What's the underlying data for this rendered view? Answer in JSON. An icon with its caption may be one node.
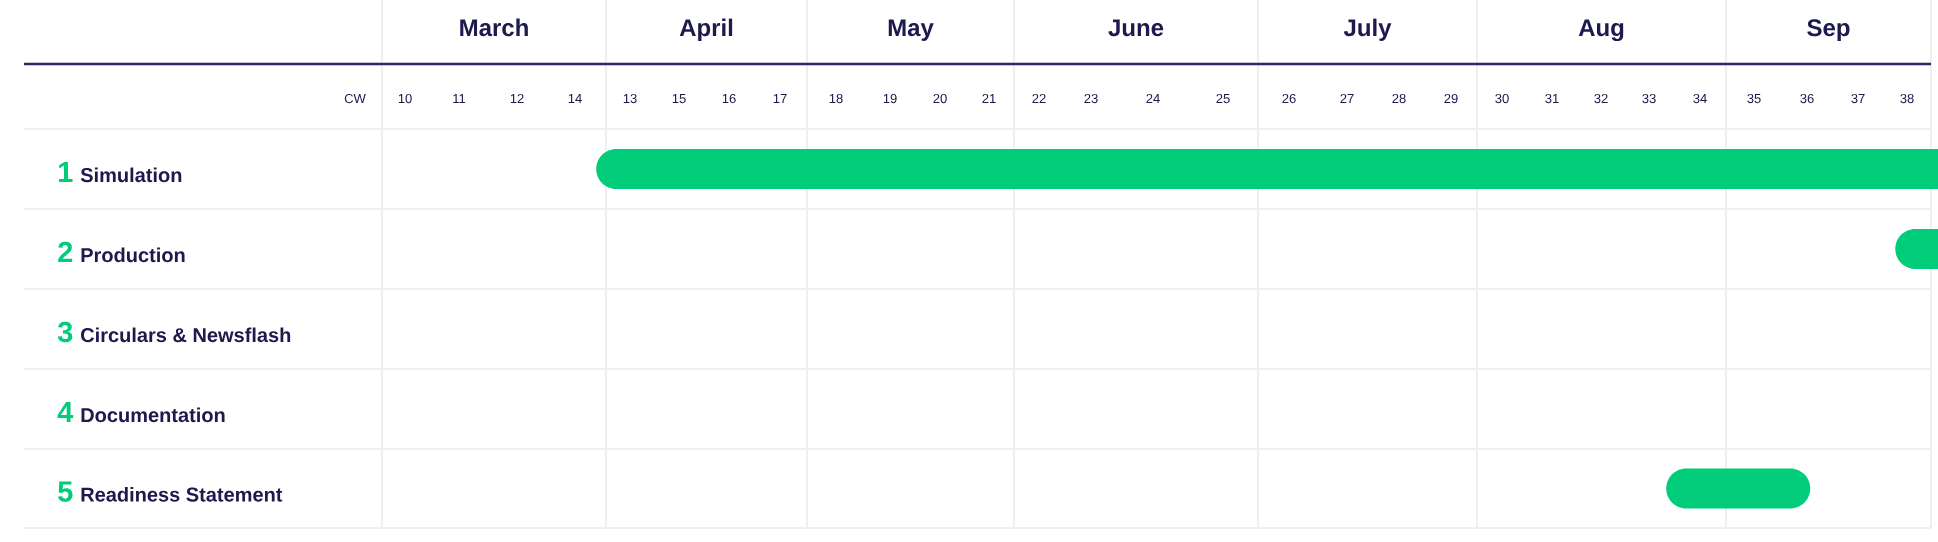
{
  "diagram": {
    "nodes": [
      {
        "text": [],
        "shape": "bar"
      },
      {
        "text": [],
        "shape": "bar"
      },
      {
        "text": [],
        "shape": "bar"
      }
    ],
    "labels": [
      "March",
      "April",
      "May",
      "June",
      "July",
      "Aug",
      "Sep",
      "CW",
      "10",
      "11",
      "12",
      "14",
      "13",
      "15",
      "16",
      "17",
      "18",
      "19",
      "20",
      "21",
      "22",
      "23",
      "24",
      "25",
      "26",
      "27",
      "28",
      "29",
      "30",
      "31",
      "32",
      "33",
      "34",
      "35",
      "36",
      "37",
      "38",
      "1",
      "Simulation",
      "2",
      "Production",
      "3",
      "Circulars & Newsflash",
      "4",
      "Documentation",
      "5",
      "Readiness Statement"
    ]
  }
}
